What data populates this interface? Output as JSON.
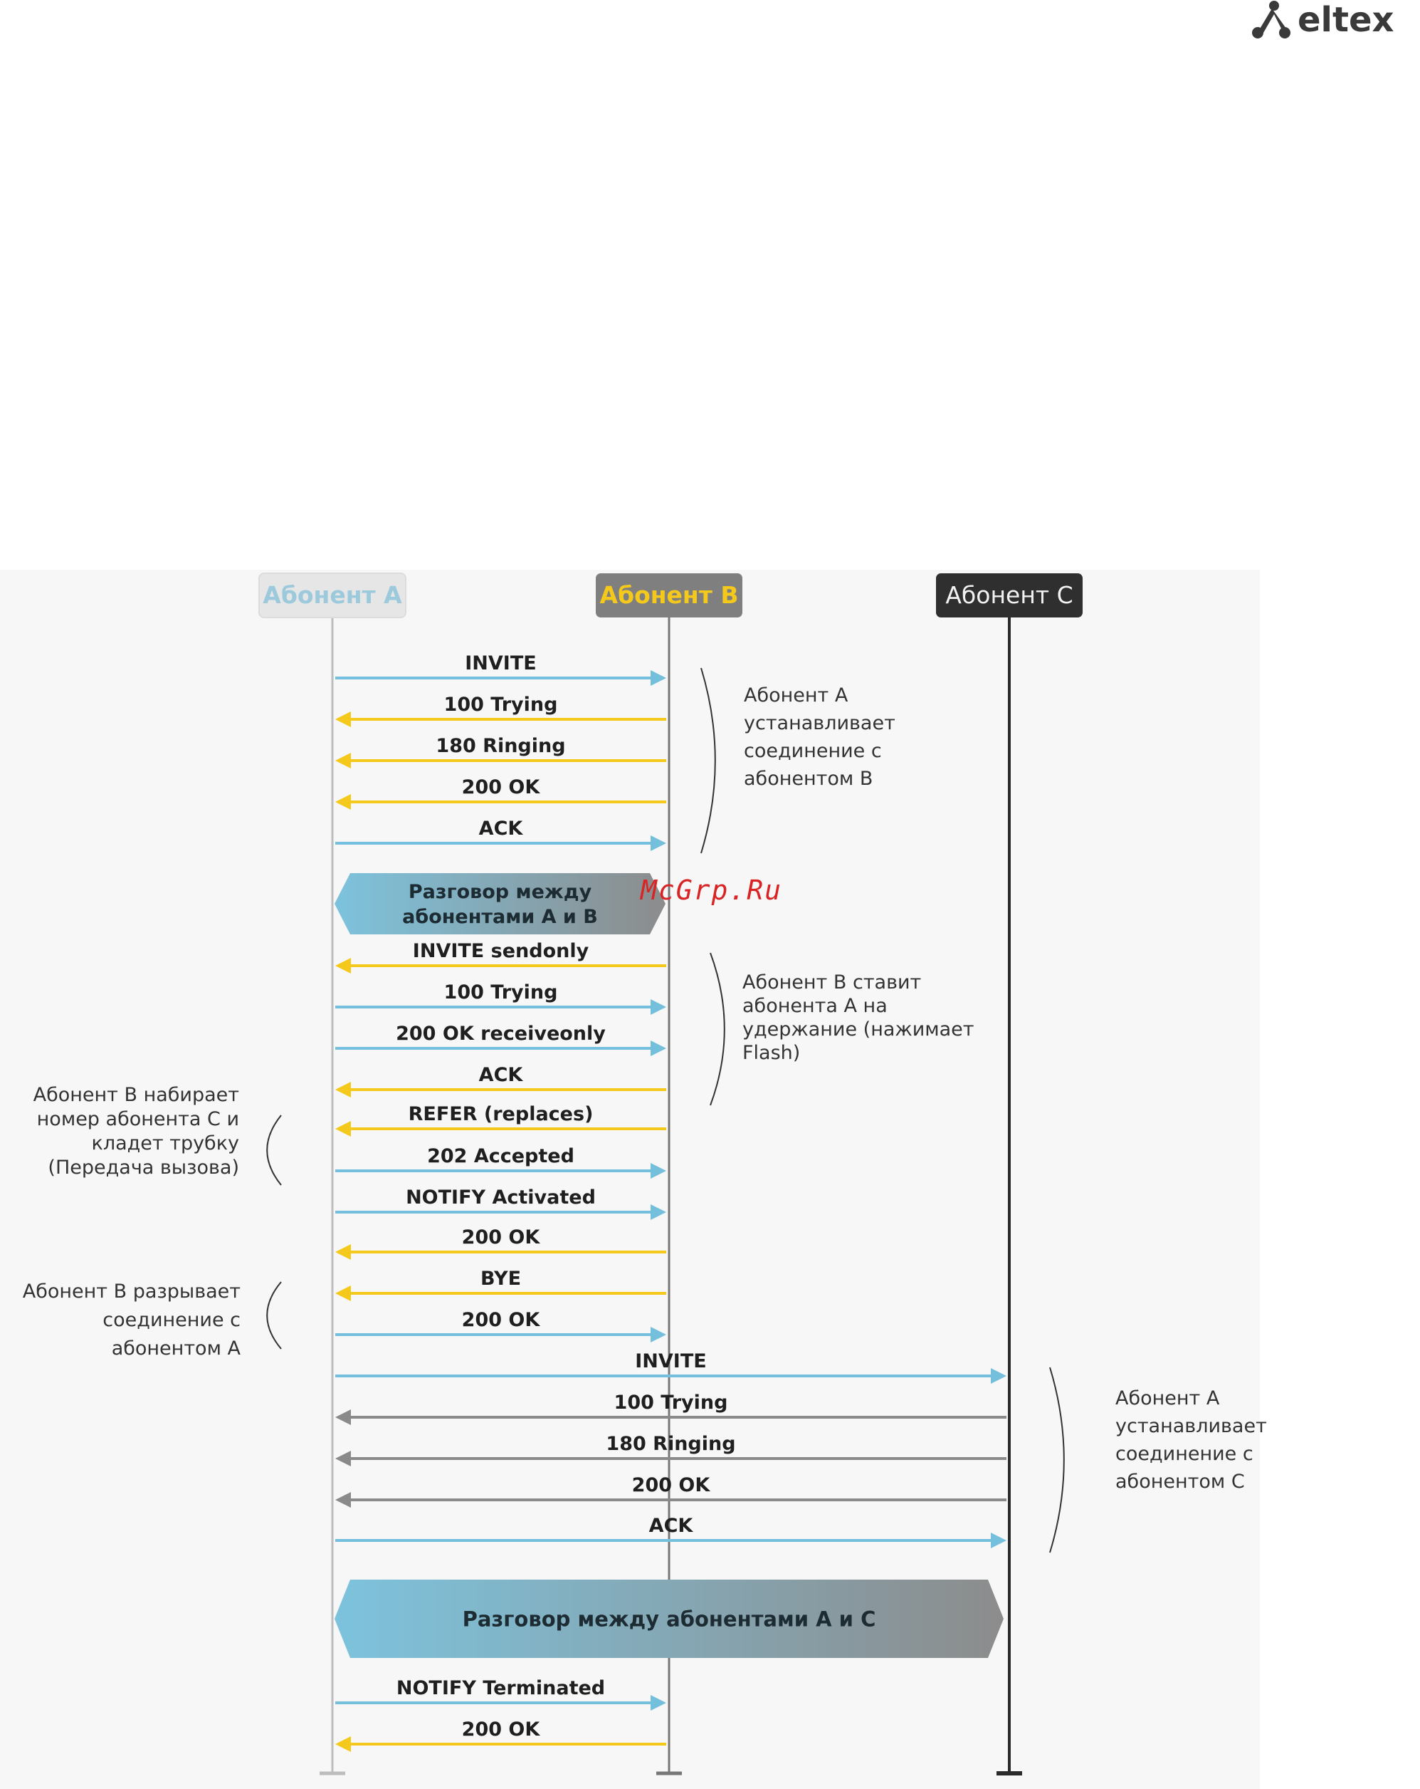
{
  "brand": {
    "logo_text": "eltex"
  },
  "watermark": "McGrp.Ru",
  "colors": {
    "blue": "#74bfdc",
    "yellow": "#f5c91c",
    "gray": "#8a8a8a",
    "dark": "#333333",
    "participant_a_bg": "#e6e6e6",
    "participant_a_text": "#9cc9dc",
    "participant_b_bg": "#7f7f7f",
    "participant_b_text": "#f5c91c",
    "participant_c_bg": "#2f2f2f",
    "participant_c_text": "#f2f2f2"
  },
  "participants": [
    {
      "id": "A",
      "label": "Абонент A"
    },
    {
      "id": "B",
      "label": "Абонент B"
    },
    {
      "id": "C",
      "label": "Абонент C"
    }
  ],
  "messages": [
    {
      "label": "INVITE",
      "from": "A",
      "to": "B",
      "color": "blue"
    },
    {
      "label": "100 Trying",
      "from": "B",
      "to": "A",
      "color": "yellow"
    },
    {
      "label": "180 Ringing",
      "from": "B",
      "to": "A",
      "color": "yellow"
    },
    {
      "label": "200 OK",
      "from": "B",
      "to": "A",
      "color": "yellow"
    },
    {
      "label": "ACK",
      "from": "A",
      "to": "B",
      "color": "blue"
    },
    {
      "label": "INVITE sendonly",
      "from": "B",
      "to": "A",
      "color": "yellow"
    },
    {
      "label": "100 Trying",
      "from": "A",
      "to": "B",
      "color": "blue"
    },
    {
      "label": "200 OK receiveonly",
      "from": "A",
      "to": "B",
      "color": "blue"
    },
    {
      "label": "ACK",
      "from": "B",
      "to": "A",
      "color": "yellow"
    },
    {
      "label": "REFER (replaces)",
      "from": "B",
      "to": "A",
      "color": "yellow"
    },
    {
      "label": "202 Accepted",
      "from": "A",
      "to": "B",
      "color": "blue"
    },
    {
      "label": "NOTIFY Activated",
      "from": "A",
      "to": "B",
      "color": "blue"
    },
    {
      "label": "200 OK",
      "from": "B",
      "to": "A",
      "color": "yellow"
    },
    {
      "label": "BYE",
      "from": "B",
      "to": "A",
      "color": "yellow"
    },
    {
      "label": "200 OK",
      "from": "A",
      "to": "B",
      "color": "blue"
    },
    {
      "label": "INVITE",
      "from": "A",
      "to": "C",
      "color": "blue"
    },
    {
      "label": "100 Trying",
      "from": "C",
      "to": "A",
      "color": "gray"
    },
    {
      "label": "180 Ringing",
      "from": "C",
      "to": "A",
      "color": "gray"
    },
    {
      "label": "200 OK",
      "from": "C",
      "to": "A",
      "color": "gray"
    },
    {
      "label": "ACK",
      "from": "A",
      "to": "C",
      "color": "blue"
    },
    {
      "label": "NOTIFY Terminated",
      "from": "A",
      "to": "B",
      "color": "blue"
    },
    {
      "label": "200 OK",
      "from": "B",
      "to": "A",
      "color": "yellow"
    }
  ],
  "conversations": [
    {
      "lines": [
        "Разговор между",
        "абонентами A и B"
      ]
    },
    {
      "lines": [
        "Разговор между абонентами A и C"
      ]
    }
  ],
  "notes": [
    {
      "lines": [
        "Абонент A",
        "устанавливает",
        "соединение с",
        "абонентом B"
      ]
    },
    {
      "lines": [
        "Абонент B ставит",
        "абонента A на",
        "удержание (нажимает",
        "Flash)"
      ]
    },
    {
      "lines": [
        "Абонент B набирает",
        "номер абонента C и",
        "кладет трубку",
        "(Передача вызова)"
      ]
    },
    {
      "lines": [
        "Абонент B разрывает",
        "соединение с",
        "абонентом A"
      ]
    },
    {
      "lines": [
        "Абонент A",
        "устанавливает",
        "соединение с",
        "абонентом C"
      ]
    }
  ]
}
